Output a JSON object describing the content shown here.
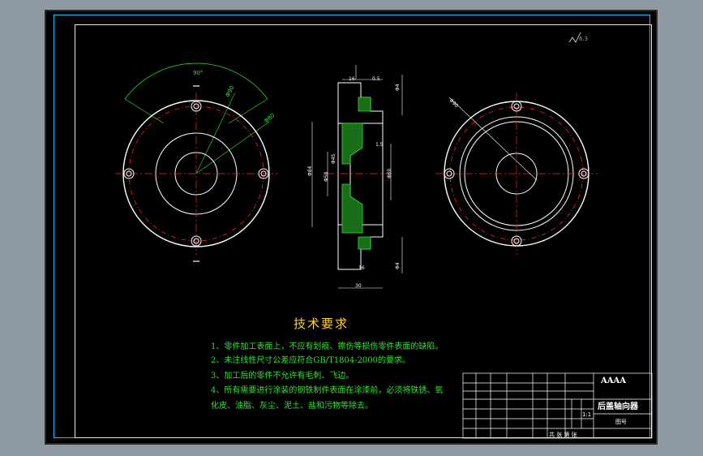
{
  "technical_requirements": {
    "title": "技术要求",
    "items": [
      "1、零件加工表面上，不应有划痕、擦伤等损伤零件表面的缺陷。",
      "2、未注线性尺寸公差应符合GB/T1804-2000的要求。",
      "3、加工后的零件不允许有毛刺、飞边。",
      "4、所有需要进行涂装的钢铁制件表面在涂漆前，必须将铁锈、氧",
      "化皮、油脂、灰尘、泥土、盐和污物等除去。"
    ]
  },
  "title_block": {
    "code": "AAAA",
    "part_name": "后盖轴向器",
    "drawing_no_label": "图号",
    "scale": "1:1",
    "sheet_info": "共  张  第  张"
  },
  "dimensions": {
    "angle": "90°",
    "hole_dia": "Φ90",
    "pcd": "Φ80",
    "bore": "Φ4",
    "roughness": "6.3",
    "width_top": "16",
    "width_bottom": "16",
    "overall_len": "30",
    "chamfer": "0.5",
    "rad": "1.5",
    "dia_main": "Φ84",
    "dia_left": "Φ58",
    "dia_inner": "Φ45",
    "dia_right": "Φ60"
  },
  "colors": {
    "frame_cyan": "#00c8ff",
    "line_white": "#ffffff",
    "centerline_red": "#ff2020",
    "dimension_green": "#33e033",
    "title_yellow": "#ffd21f",
    "hatch_green": "#33e033"
  }
}
